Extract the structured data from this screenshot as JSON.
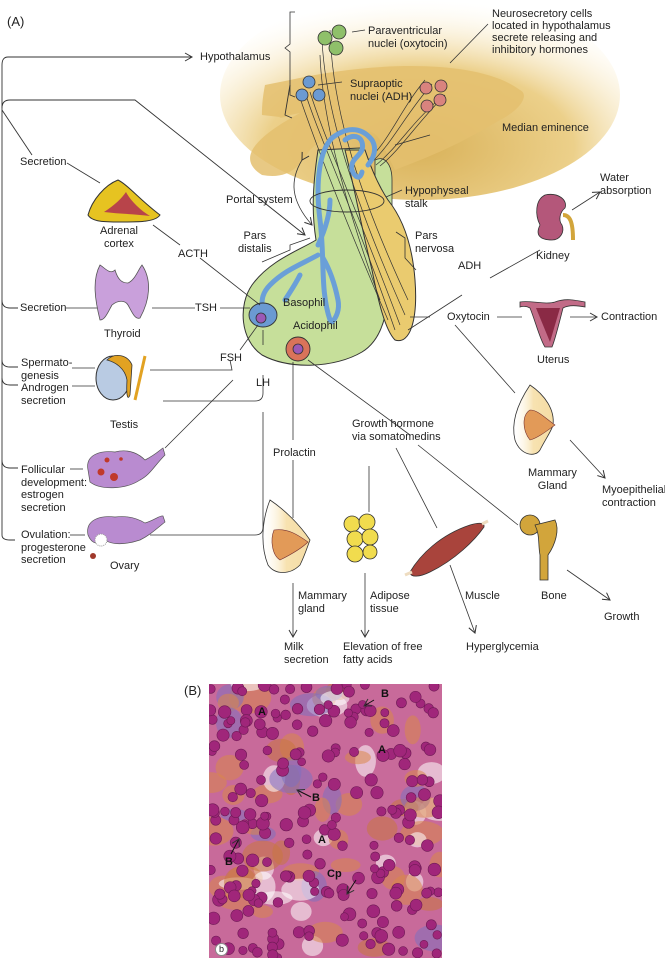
{
  "figure": {
    "panel_a_label": "(A)",
    "panel_b_label": "(B)"
  },
  "hypothalamus": {
    "title": "Hypothalamus",
    "paraventricular": "Paraventricular\nnuclei (oxytocin)",
    "supraoptic": "Supraoptic\nnuclei (ADH)",
    "neurosecretory": "Neurosecretory cells\nlocated in hypothalamus\nsecrete releasing and\ninhibitory hormones",
    "median_eminence": "Median eminence"
  },
  "pituitary": {
    "portal_system": "Portal system",
    "hypophyseal_stalk": "Hypophyseal\nstalk",
    "pars_distalis": "Pars\ndistalis",
    "pars_nervosa": "Pars\nnervosa",
    "basophil": "Basophil",
    "acidophil": "Acidophil"
  },
  "hormones": {
    "acth": "ACTH",
    "tsh": "TSH",
    "fsh": "FSH",
    "lh": "LH",
    "adh": "ADH",
    "oxytocin": "Oxytocin",
    "prolactin": "Prolactin",
    "growth_hormone": "Growth hormone\nvia somatomedins"
  },
  "targets": {
    "adrenal_cortex": "Adrenal\ncortex",
    "thyroid": "Thyroid",
    "testis": "Testis",
    "ovary": "Ovary",
    "kidney": "Kidney",
    "uterus": "Uterus",
    "mammary_gland_oxytocin": "Mammary\nGland",
    "mammary_gland_prolactin": "Mammary\ngland",
    "adipose": "Adipose\ntissue",
    "muscle": "Muscle",
    "bone": "Bone"
  },
  "effects": {
    "adrenal_secretion": "Secretion",
    "thyroid_secretion": "Secretion",
    "spermatogenesis": "Spermato-\ngenesis",
    "androgen": "Androgen\nsecretion",
    "follicular": "Follicular\ndevelopment:\nestrogen\nsecretion",
    "ovulation": "Ovulation:\nprogesterone\nsecretion",
    "water_absorption": "Water\nabsorption",
    "contraction": "Contraction",
    "myoepithelial": "Myoepithelial\ncontraction",
    "milk": "Milk\nsecretion",
    "fatty_acids": "Elevation of free\nfatty acids",
    "hyperglycemia": "Hyperglycemia",
    "growth": "Growth"
  },
  "histology": {
    "labels": [
      "A",
      "B",
      "A",
      "B",
      "A",
      "B",
      "Cp"
    ],
    "scale_badge": "b"
  },
  "colors": {
    "hypothalamus_fill": "#e8c97a",
    "pars_distalis_fill": "#c6df9a",
    "pars_nervosa_fill": "#eacb6f",
    "portal_vessel": "#6a9fd8",
    "paraventricular_cell": "#8fc06a",
    "supraoptic_cell": "#6b9ad2",
    "neurosecretory_cell": "#d9837e",
    "organ_purple": "#b98bd0",
    "adrenal_yellow": "#e6c321",
    "adrenal_red": "#b8444a",
    "kidney": "#b4577a",
    "uterus": "#c26b87",
    "muscle": "#a9443c",
    "bone": "#d2a53b",
    "fat": "#f1dc4e",
    "histo_bg": "#c86a9a"
  }
}
